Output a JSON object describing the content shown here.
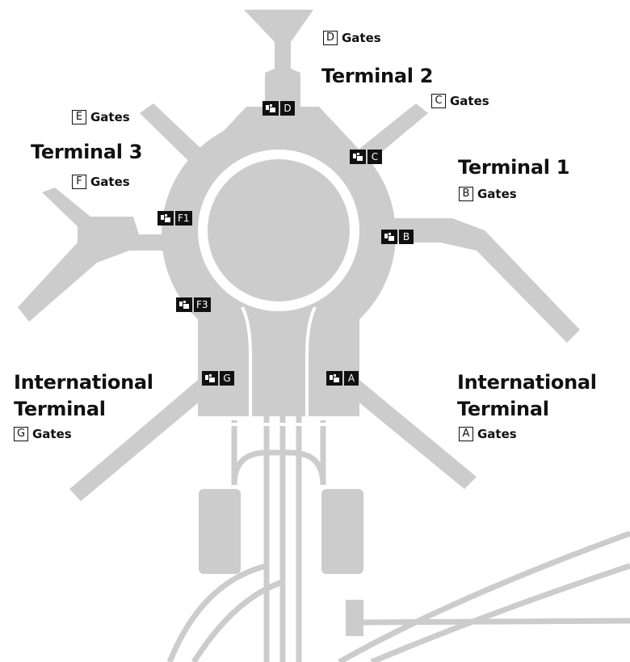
{
  "colors": {
    "building": "#cccccc",
    "roadway": "#ffffff",
    "text": "#111111",
    "checkpoint_bg": "#111111"
  },
  "terminals": {
    "terminal_1": {
      "name": "Terminal 1"
    },
    "terminal_2": {
      "name": "Terminal 2"
    },
    "terminal_3": {
      "name": "Terminal 3"
    },
    "international_left": {
      "name_line1": "International",
      "name_line2": "Terminal"
    },
    "international_right": {
      "name_line1": "International",
      "name_line2": "Terminal"
    }
  },
  "gates": {
    "A": {
      "letter": "A",
      "label": "Gates"
    },
    "B": {
      "letter": "B",
      "label": "Gates"
    },
    "C": {
      "letter": "C",
      "label": "Gates"
    },
    "D": {
      "letter": "D",
      "label": "Gates"
    },
    "E": {
      "letter": "E",
      "label": "Gates"
    },
    "F": {
      "letter": "F",
      "label": "Gates"
    },
    "G": {
      "letter": "G",
      "label": "Gates"
    }
  },
  "checkpoints": {
    "D": {
      "code": "D",
      "icon": "security-checkpoint-icon"
    },
    "C": {
      "code": "C",
      "icon": "security-checkpoint-icon"
    },
    "F1": {
      "code": "F1",
      "icon": "security-checkpoint-icon"
    },
    "B": {
      "code": "B",
      "icon": "security-checkpoint-icon"
    },
    "F3": {
      "code": "F3",
      "icon": "security-checkpoint-icon"
    },
    "G": {
      "code": "G",
      "icon": "security-checkpoint-icon"
    },
    "A": {
      "code": "A",
      "icon": "security-checkpoint-icon"
    }
  }
}
